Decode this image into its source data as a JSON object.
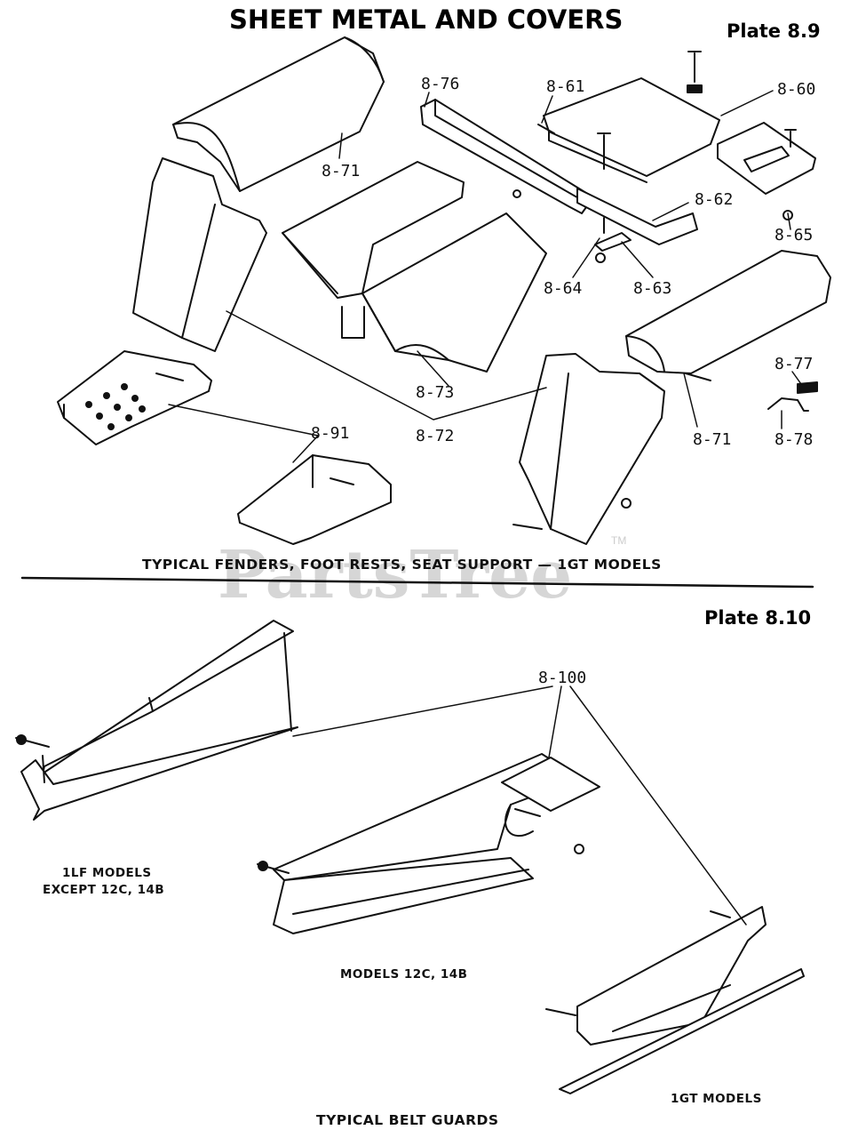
{
  "page": {
    "title": "SHEET METAL AND COVERS",
    "watermark": "PartsTree",
    "watermark_tm": "TM"
  },
  "plate_8_9": {
    "label": "Plate 8.9",
    "caption": "TYPICAL FENDERS, FOOT RESTS, SEAT SUPPORT — 1GT MODELS",
    "callouts": {
      "c8_76": "8-76",
      "c8_61": "8-61",
      "c8_60": "8-60",
      "c8_71_top": "8-71",
      "c8_62": "8-62",
      "c8_65": "8-65",
      "c8_64": "8-64",
      "c8_63": "8-63",
      "c8_77": "8-77",
      "c8_73": "8-73",
      "c8_72": "8-72",
      "c8_71_right": "8-71",
      "c8_78": "8-78",
      "c8_91": "8-91"
    }
  },
  "plate_8_10": {
    "label": "Plate 8.10",
    "caption": "TYPICAL BELT GUARDS",
    "callout_8_100": "8-100",
    "labels": {
      "lf_line1": "1LF MODELS",
      "lf_line2": "EXCEPT 12C, 14B",
      "models_12c": "MODELS 12C, 14B",
      "gt_models": "1GT MODELS"
    }
  }
}
